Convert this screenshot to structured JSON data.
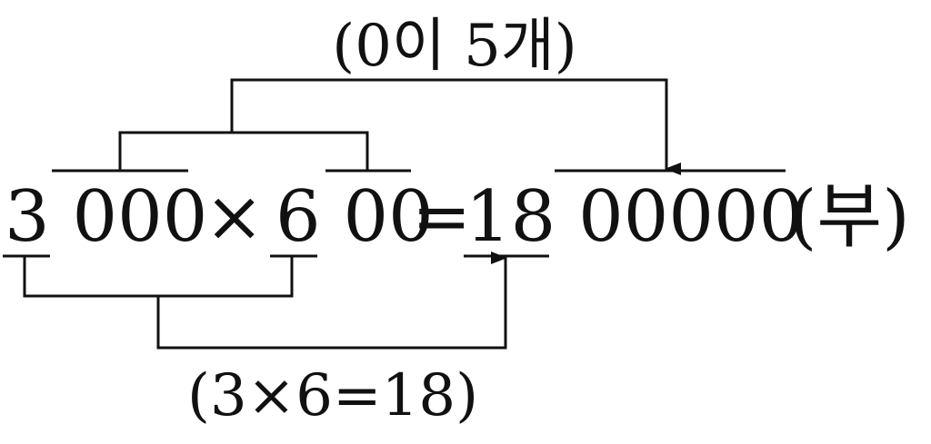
{
  "top_note": "(0이 5개)",
  "bottom_note": "(3×6=18)",
  "equation": {
    "a_lead": "3",
    "a_zeros": "000",
    "times": "×",
    "b_lead": "6",
    "b_zeros": "00",
    "equals": "=",
    "product_lead": "18",
    "product_zeros": "00000",
    "unit": "(부)"
  },
  "colors": {
    "ink": "#111111",
    "background": "#ffffff"
  }
}
